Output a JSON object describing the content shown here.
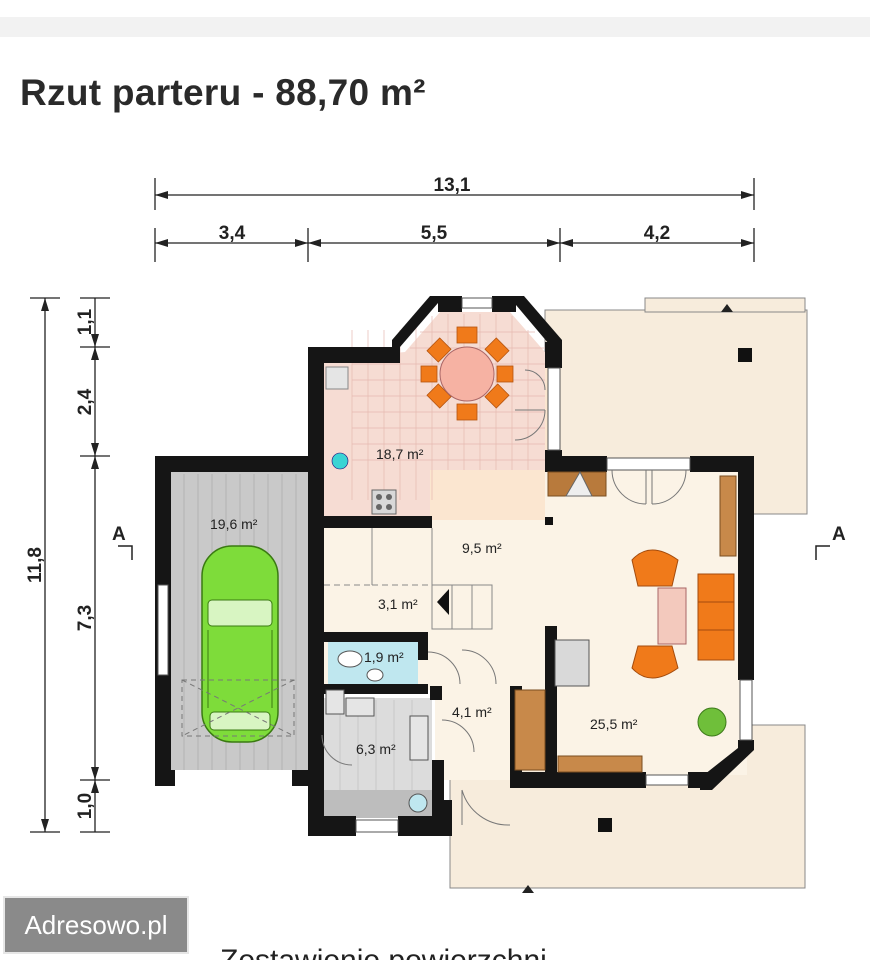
{
  "title": "Rzut parteru - 88,70 m²",
  "dimensions": {
    "total_width": "13,1",
    "widths": [
      "3,4",
      "5,5",
      "4,2"
    ],
    "total_height": "11,8",
    "heights": [
      "1,1",
      "2,4",
      "7,3",
      "1,0"
    ]
  },
  "section_marks": {
    "left": "A",
    "right": "A"
  },
  "rooms": {
    "kitchen_dining": "18,7 m²",
    "garage": "19,6 m²",
    "hall": "9,5 m²",
    "stairs": "3,1 m²",
    "wc": "1,9 m²",
    "vestibule": "4,1 m²",
    "boiler_room": "6,3 m²",
    "living_room": "25,5 m²"
  },
  "watermark": "Adresowo.pl",
  "cut_caption": "Zestawienie powierzchni"
}
